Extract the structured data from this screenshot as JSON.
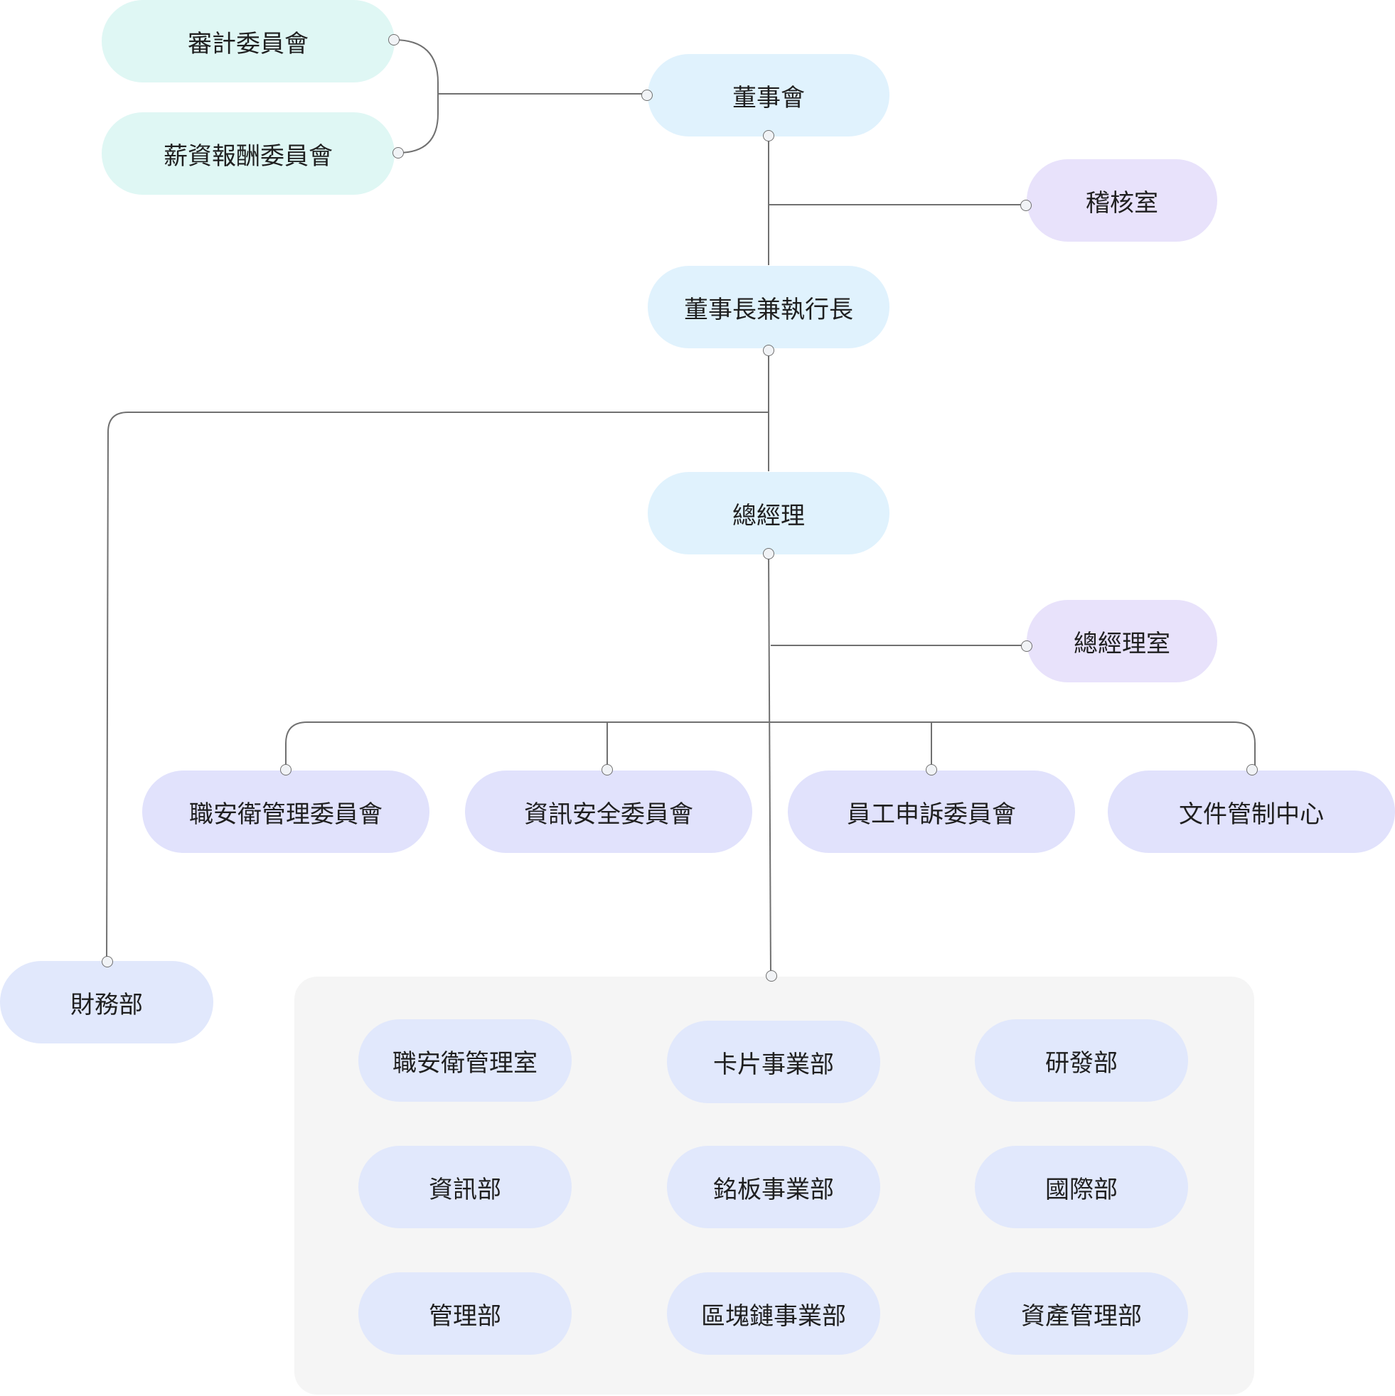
{
  "diagram": {
    "board": {
      "label": "董事會",
      "committees": [
        "審計委員會",
        "薪資報酬委員會"
      ],
      "audit_office": "稽核室"
    },
    "chairman_ceo": "董事長兼執行長",
    "finance": "財務部",
    "president": {
      "label": "總經理",
      "office": "總經理室",
      "committees": [
        "職安衛管理委員會",
        "資訊安全委員會",
        "員工申訴委員會",
        "文件管制中心"
      ]
    },
    "departments": [
      [
        "職安衛管理室",
        "卡片事業部",
        "研發部"
      ],
      [
        "資訊部",
        "銘板事業部",
        "國際部"
      ],
      [
        "管理部",
        "區塊鏈事業部",
        "資產管理部"
      ]
    ]
  },
  "colors": {
    "board_committee_fill": "#dff7f4",
    "executive_fill": "#e0f2fd",
    "staff_office_fill": "#e8e2fb",
    "president_committee_fill": "#e1e2fc",
    "department_fill": "#e1e8fc",
    "department_panel": "#f5f5f5",
    "connector": "#707070"
  }
}
